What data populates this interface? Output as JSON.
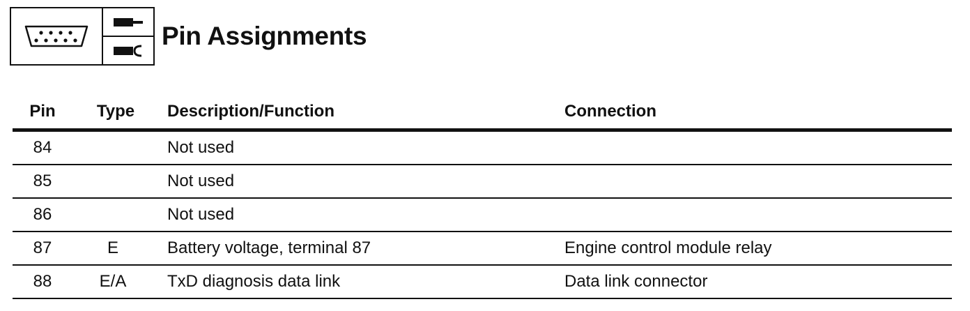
{
  "header": {
    "title": "Pin Assignments",
    "icons": [
      "connector-icon",
      "male-plug-icon",
      "female-socket-icon"
    ]
  },
  "table": {
    "columns": [
      "Pin",
      "Type",
      "Description/Function",
      "Connection"
    ],
    "rows": [
      {
        "pin": "84",
        "type": "",
        "description": "Not used",
        "connection": ""
      },
      {
        "pin": "85",
        "type": "",
        "description": "Not used",
        "connection": ""
      },
      {
        "pin": "86",
        "type": "",
        "description": "Not used",
        "connection": ""
      },
      {
        "pin": "87",
        "type": "E",
        "description": "Battery voltage, terminal 87",
        "connection": "Engine control module relay"
      },
      {
        "pin": "88",
        "type": "E/A",
        "description": "TxD diagnosis data link",
        "connection": "Data link connector"
      }
    ]
  }
}
